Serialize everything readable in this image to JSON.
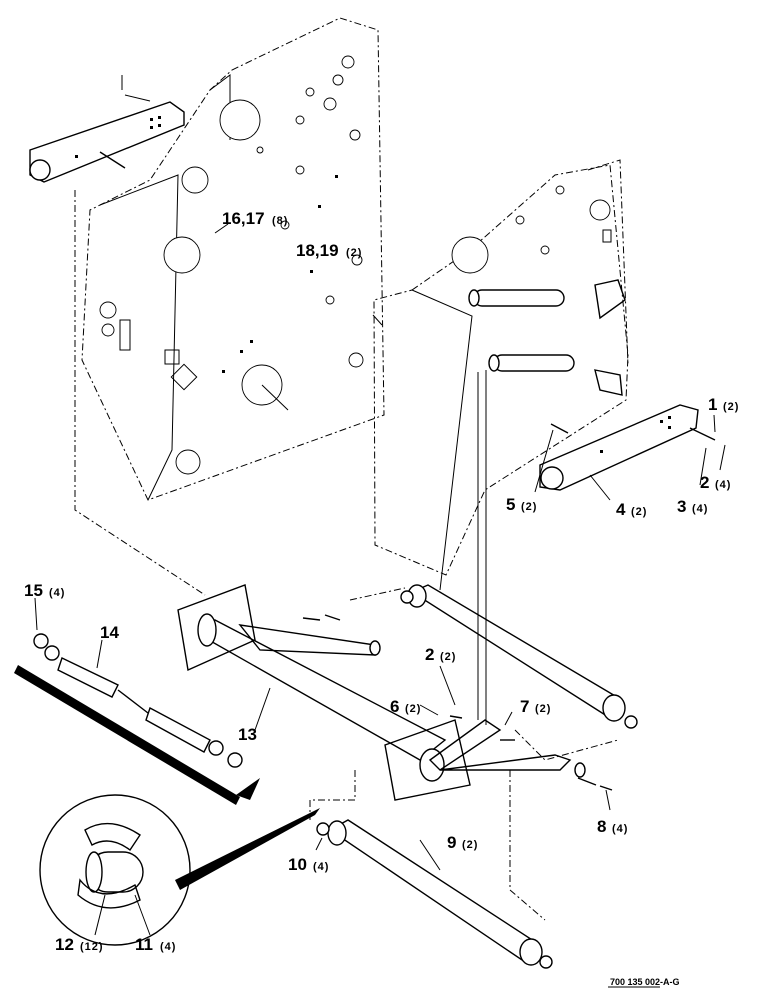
{
  "callouts": [
    {
      "id": "c1",
      "num": "1",
      "qty": "(2)"
    },
    {
      "id": "c2a",
      "num": "2",
      "qty": "(4)"
    },
    {
      "id": "c3",
      "num": "3",
      "qty": "(4)"
    },
    {
      "id": "c4",
      "num": "4",
      "qty": "(2)"
    },
    {
      "id": "c5",
      "num": "5",
      "qty": "(2)"
    },
    {
      "id": "c2b",
      "num": "2",
      "qty": "(2)"
    },
    {
      "id": "c6",
      "num": "6",
      "qty": "(2)"
    },
    {
      "id": "c7",
      "num": "7",
      "qty": "(2)"
    },
    {
      "id": "c8",
      "num": "8",
      "qty": "(4)"
    },
    {
      "id": "c9",
      "num": "9",
      "qty": "(2)"
    },
    {
      "id": "c10",
      "num": "10",
      "qty": "(4)"
    },
    {
      "id": "c11",
      "num": "11",
      "qty": "(4)"
    },
    {
      "id": "c12",
      "num": "12",
      "qty": "(12)"
    },
    {
      "id": "c13",
      "num": "13",
      "qty": ""
    },
    {
      "id": "c14",
      "num": "14",
      "qty": ""
    },
    {
      "id": "c15",
      "num": "15",
      "qty": "(4)"
    },
    {
      "id": "c16",
      "num": "16,17",
      "qty": "(8)"
    },
    {
      "id": "c18",
      "num": "18,19",
      "qty": "(2)"
    }
  ],
  "drawing_code": "700 135 002-A-G"
}
